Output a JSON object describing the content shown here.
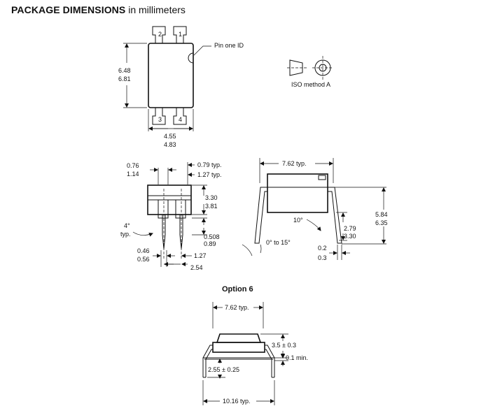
{
  "header": {
    "title_bold": "PACKAGE DIMENSIONS",
    "title_rest": "in millimeters"
  },
  "top_view": {
    "pins": [
      "2",
      "1",
      "3",
      "4"
    ],
    "pin_one_label": "Pin one ID",
    "height_min": "6.48",
    "height_max": "6.81",
    "width_min": "4.55",
    "width_max": "4.83"
  },
  "iso": {
    "label": "ISO method A"
  },
  "side_view": {
    "d_076": "0.76",
    "d_114": "1.14",
    "d_079": "0.79 typ.",
    "d_127typ": "1.27 typ.",
    "d_330": "3.30",
    "d_381": "3.81",
    "angle_4": "4°",
    "angle_typ": "typ.",
    "d_0508": "0.508",
    "d_089": "0.89",
    "d_046": "0.46",
    "d_056": "0.56",
    "d_127": "1.27",
    "d_254": "2.54"
  },
  "end_view": {
    "d_762": "7.62 typ.",
    "d_584": "5.84",
    "d_635": "6.35",
    "angle_10": "10°",
    "d_279": "2.79",
    "d_330": "3.30",
    "angle_range": "0° to 15°",
    "d_02": "0.2",
    "d_03": "0.3"
  },
  "option6": {
    "title": "Option 6",
    "d_762": "7.62 typ.",
    "d_35": "3.5 ± 0.3",
    "d_01": "0.1 min.",
    "d_255": "2.55 ± 0.25",
    "d_1016": "10.16 typ."
  }
}
